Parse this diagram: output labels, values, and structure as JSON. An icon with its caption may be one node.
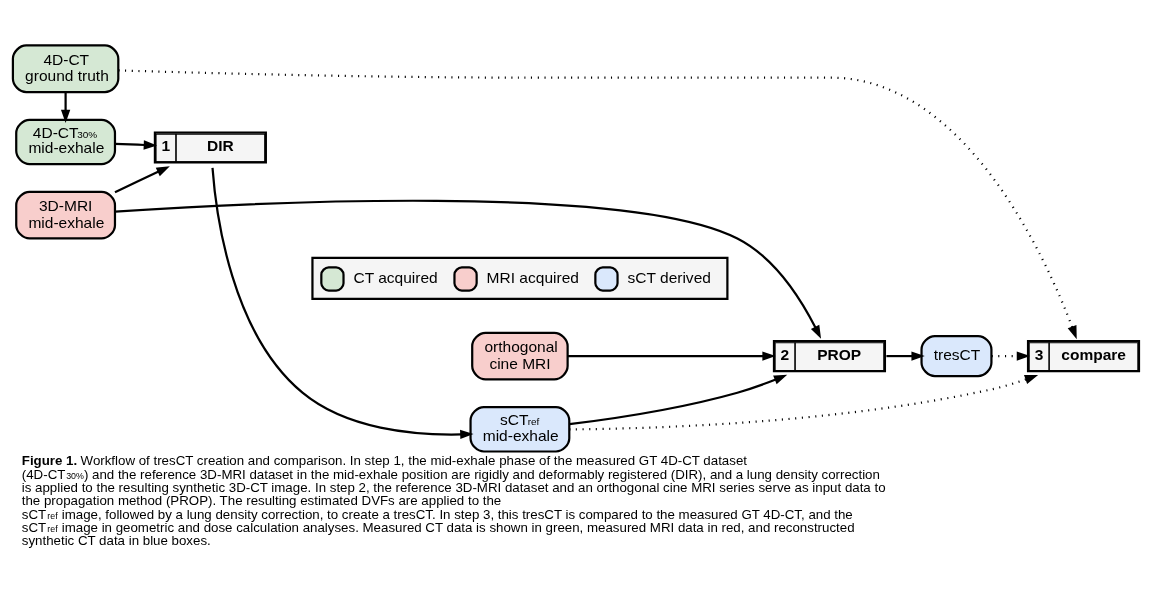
{
  "diagram": {
    "caption": "**Figure 1.** Workflow of tresCT creation and comparison. In step 1, the mid-exhale phase of the measured GT 4D-CT dataset (4D-CT$_{30%}$) and the reference 3D-MRI dataset in the mid-exhale position are rigidly and deformably registered (DIR), and a lung density correction is applied to the resulting synthetic 3D-CT image. In step 2, the reference 3D-MRI dataset and an orthogonal cine MRI series serve as input data to the propagation method (PROP). The resulting estimated DVFs are applied to the sCT$_{ref}$ image, followed by a lung density correction, to create a tresCT. In step 3, this tresCT is compared to the measured GT 4D-CT, and the sCT$_{ref}$ image in geometric and dose calculation analyses. Measured CT data is shown in green, measured MRI data in red, and reconstructed synthetic CT data in blue boxes.",
    "nodes": [
      {
        "text": [
          "4D-CT ground truth"
        ]
      },
      {
        "text": [
          "4D-CT$_{30%}$ mid-exhale"
        ]
      },
      {
        "text": [
          "3D-MRI mid-exhale"
        ]
      },
      {
        "text": [
          "1",
          "DIR"
        ]
      },
      {
        "text": [
          "sCT$_{ref}$ mid-exhale"
        ]
      },
      {
        "text": [
          "orthogonal cine MRI"
        ]
      },
      {
        "text": [
          "2",
          "PROP"
        ]
      },
      {
        "text": [
          "tresCT"
        ]
      },
      {
        "text": [
          "3",
          "compare"
        ]
      }
    ],
    "edges": [
      {
        "from": 0,
        "to": 1,
        "arrow": "to"
      },
      {
        "from": 1,
        "to": 3,
        "arrow": "to"
      },
      {
        "from": 2,
        "to": 3,
        "arrow": "to"
      },
      {
        "from": 3,
        "to": 4,
        "arrow": "to"
      },
      {
        "from": 4,
        "to": 6,
        "arrow": "to"
      },
      {
        "from": 2,
        "to": 6,
        "arrow": "to"
      },
      {
        "from": 5,
        "to": 6,
        "arrow": "to"
      },
      {
        "from": 6,
        "to": 7,
        "arrow": "to"
      },
      {
        "from": 7,
        "to": 8,
        "arrow": "to",
        "style": "dashed"
      },
      {
        "from": 0,
        "to": 8,
        "arrow": "to",
        "style": "dashed"
      },
      {
        "from": 4,
        "to": 8,
        "arrow": "to",
        "style": "dashed"
      }
    ],
    "legend": [
      {
        "text": "CT acquired",
        "color": "#d5e8d4"
      },
      {
        "text": "MRI acquired",
        "color": "#f8cecc"
      },
      {
        "text": "sCT derived",
        "color": "#dae8fc"
      }
    ]
  }
}
